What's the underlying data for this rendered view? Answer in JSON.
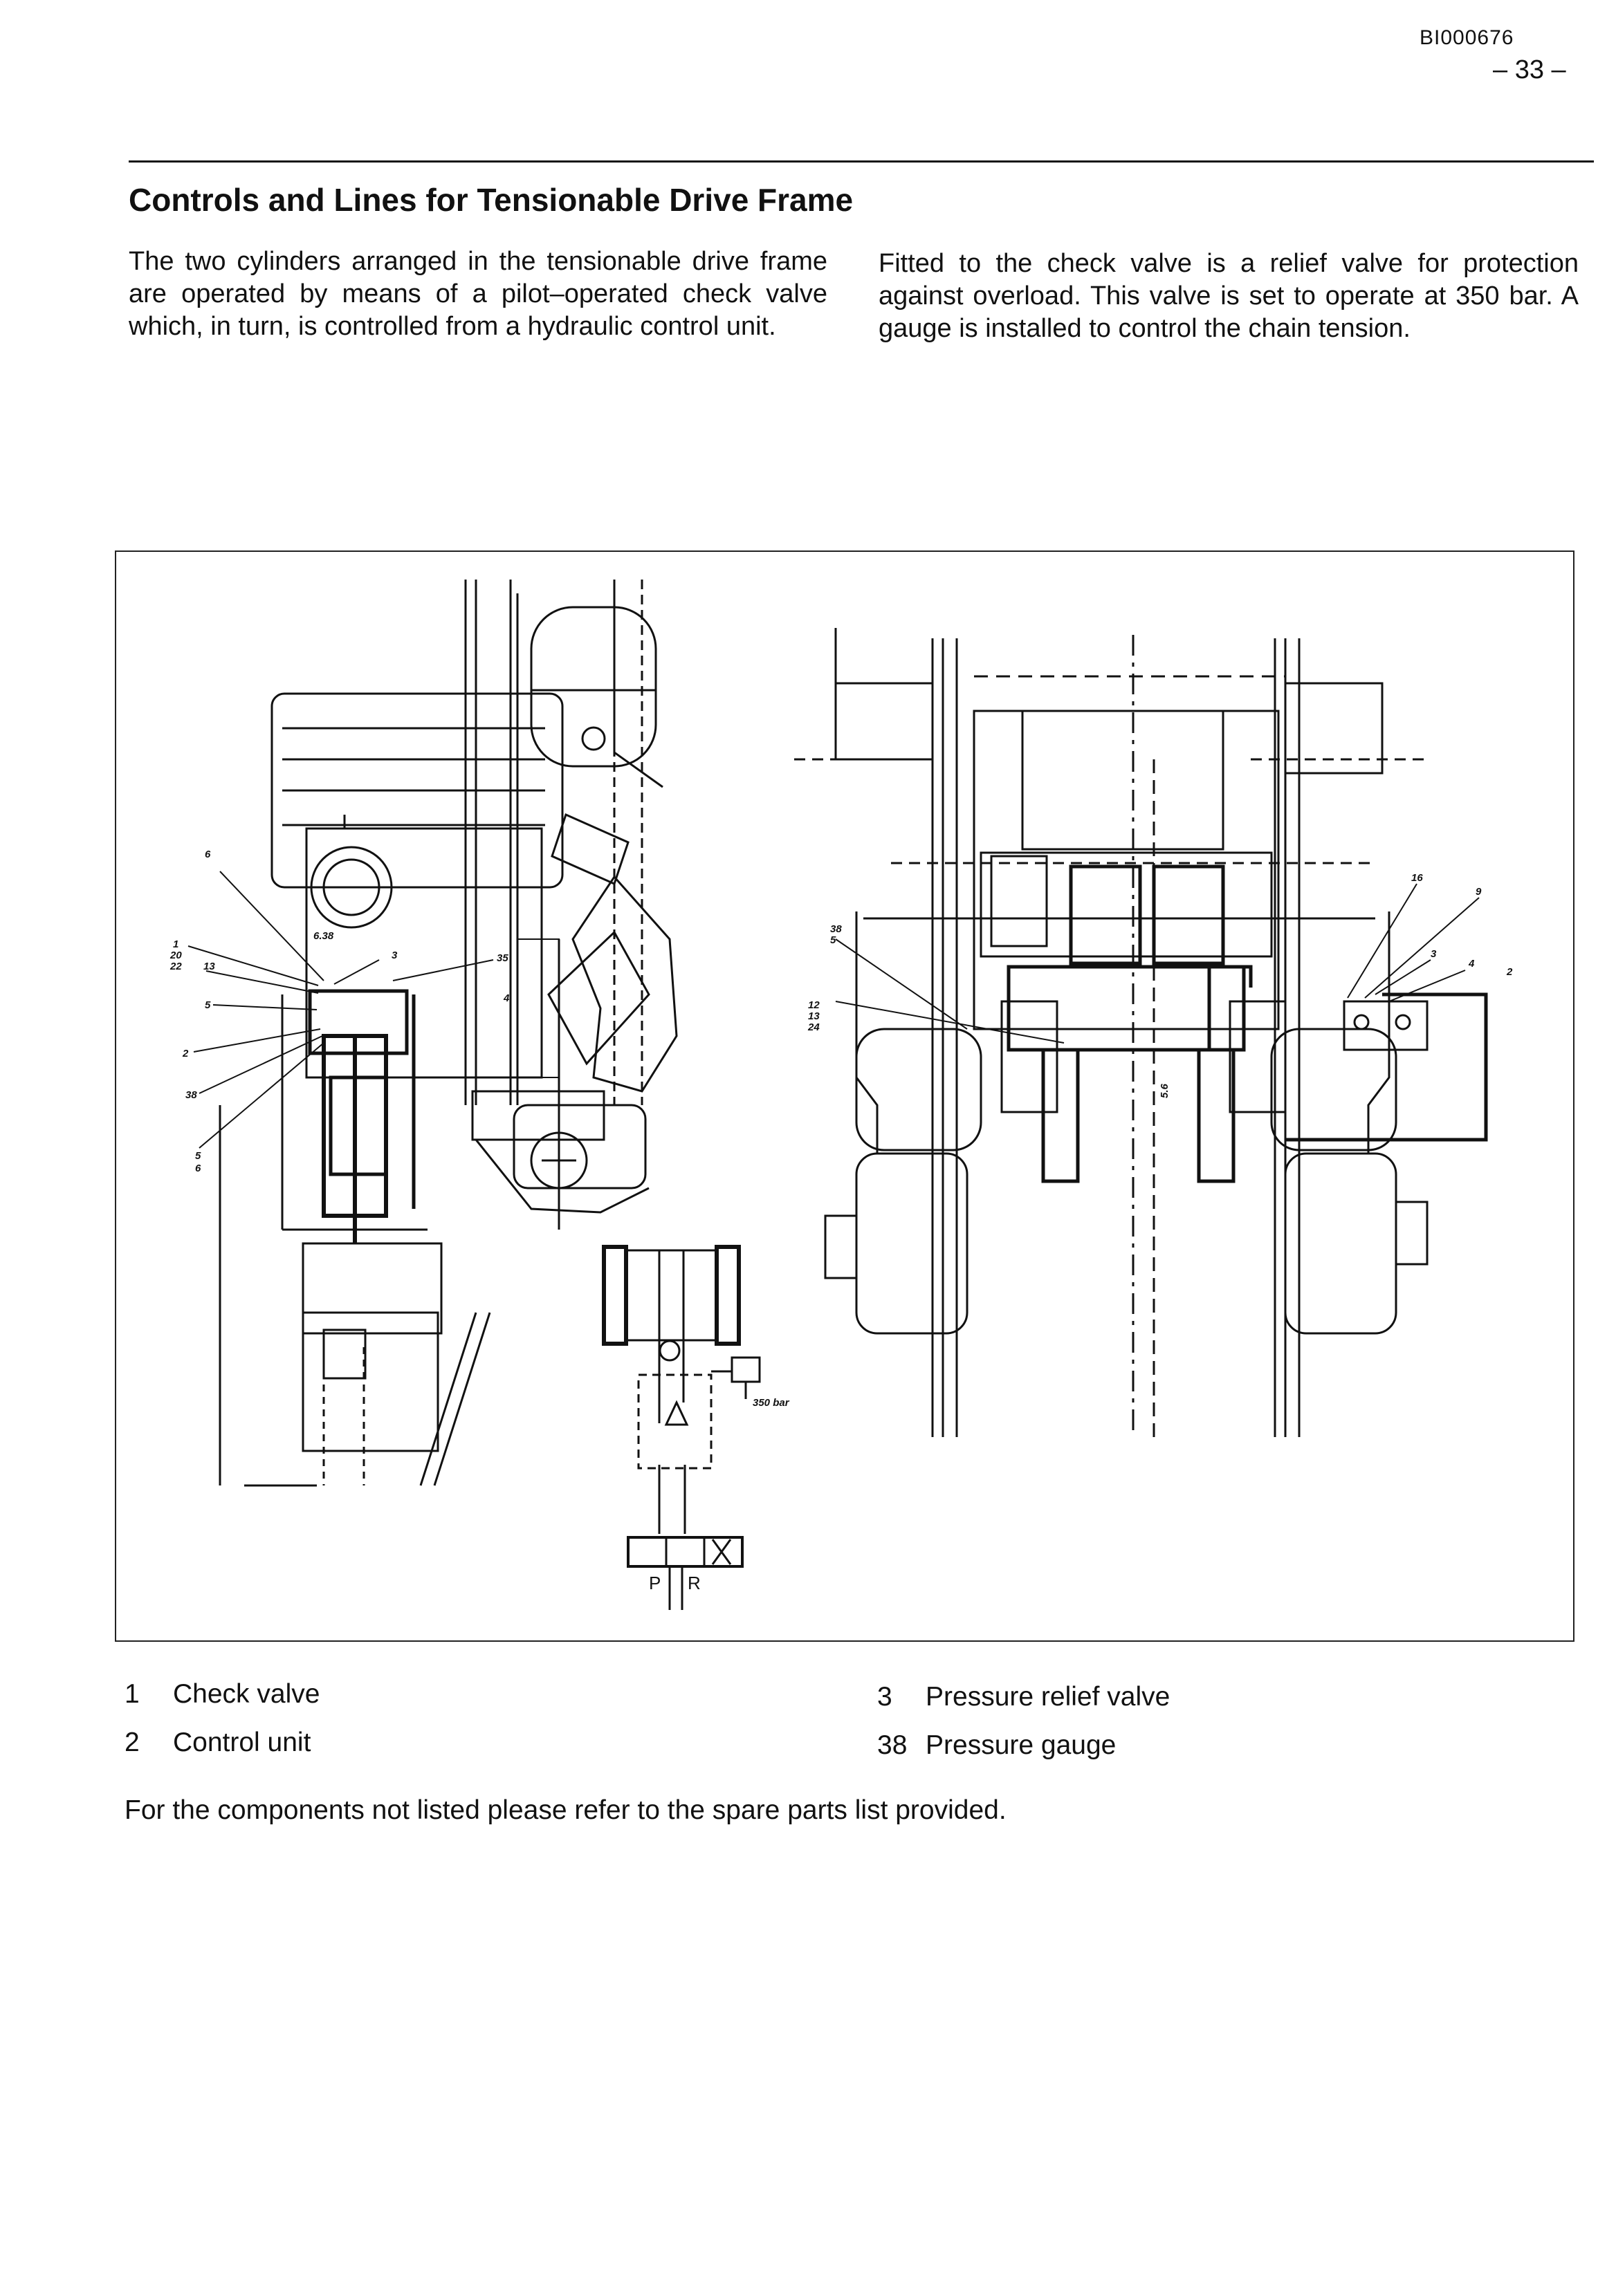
{
  "header": {
    "doc_id": "BI000676",
    "page_number": "– 33 –"
  },
  "title": "Controls and Lines for Tensionable Drive Frame",
  "intro": {
    "left": "The two cylinders arranged in the tensionable drive frame are operated by means of a pilot–operated check valve which, in turn, is controlled from a hydraulic control unit.",
    "right": "Fitted to the check valve is a relief valve for protection against overload. This valve is set to operate at 350 bar. A gauge is installed to control the chain tension."
  },
  "figure": {
    "left_callouts": [
      "6",
      "1",
      "20",
      "22",
      "13",
      "5",
      "2",
      "38",
      "5",
      "6",
      "3",
      "35",
      "4",
      "6.38"
    ],
    "center_callouts": [
      "38",
      "5",
      "12",
      "13",
      "24",
      "5.6"
    ],
    "right_callouts": [
      "16",
      "9",
      "3",
      "4",
      "2"
    ],
    "schematic_pressure": "350 bar",
    "schematic_ports": [
      "P",
      "R"
    ]
  },
  "legend": [
    {
      "num": "1",
      "label": "Check valve"
    },
    {
      "num": "2",
      "label": "Control unit"
    },
    {
      "num": "3",
      "label": "Pressure relief valve"
    },
    {
      "num": "38",
      "label": "Pressure gauge"
    }
  ],
  "footer_note": "For the components not listed please refer to the spare parts list provided."
}
